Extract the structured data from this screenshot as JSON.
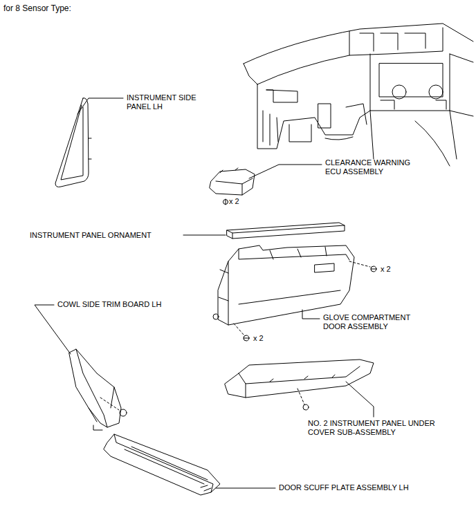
{
  "diagram": {
    "title": "for 8 Sensor Type:",
    "labels": [
      "INSTRUMENT SIDE PANEL LH",
      "CLEARANCE WARNING ECU ASSEMBLY",
      "x 2",
      "INSTRUMENT PANEL ORNAMENT",
      "x 2",
      "GLOVE COMPARTMENT DOOR ASSEMBLY",
      "x 2",
      "COWL SIDE TRIM BOARD LH",
      "NO. 2 INSTRUMENT PANEL UNDER COVER SUB-ASSEMBLY",
      "DOOR SCUFF PLATE ASSEMBLY LH"
    ]
  }
}
